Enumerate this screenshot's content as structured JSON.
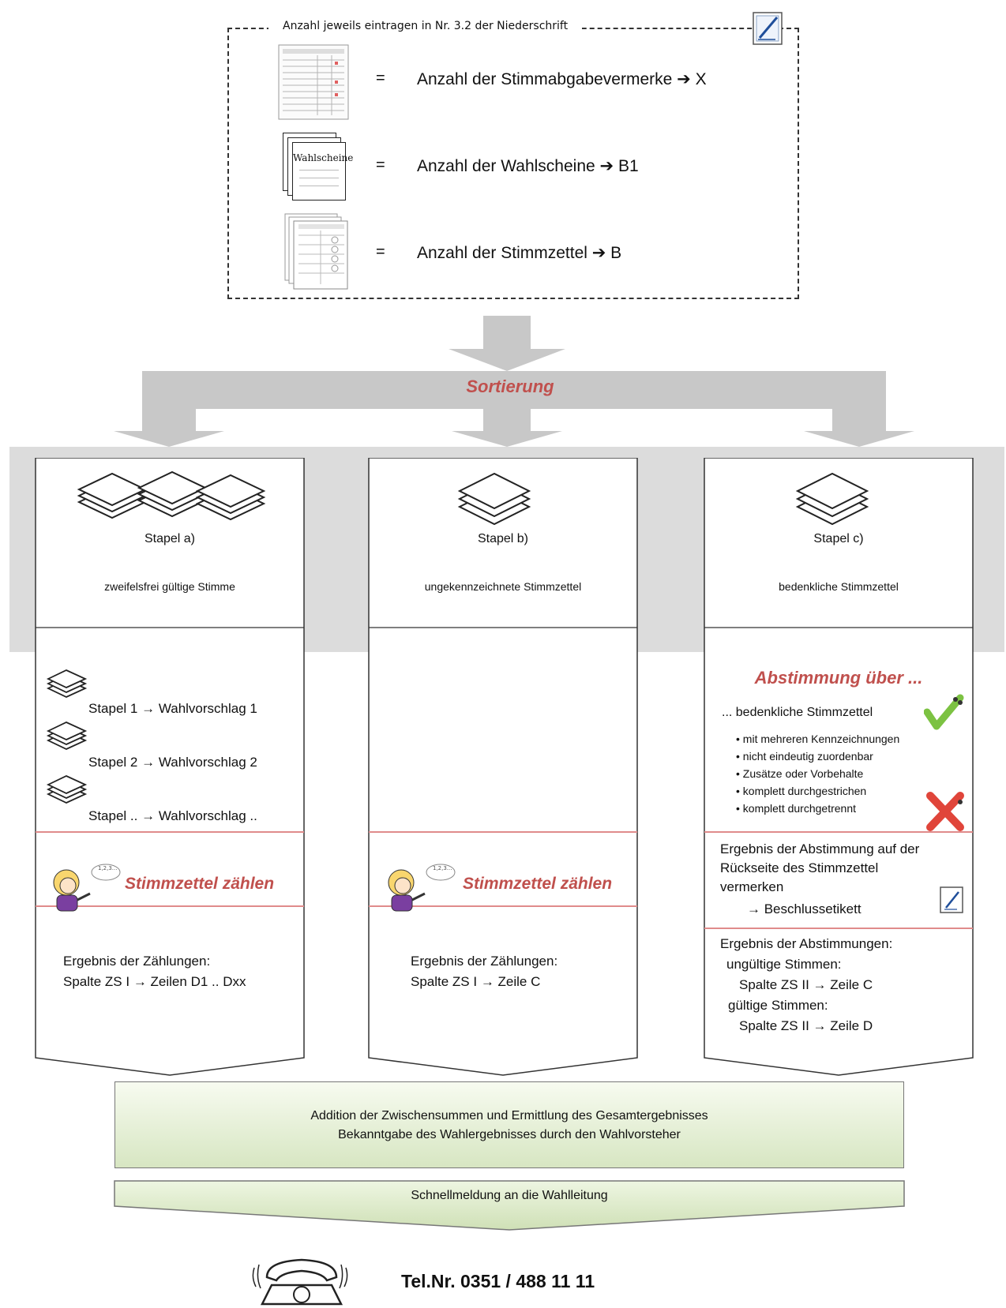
{
  "count_box": {
    "title": "Anzahl jeweils eintragen in Nr. 3.2 der Niederschrift",
    "rows": [
      {
        "eq": "=",
        "text": "Anzahl der Stimmabgabevermerke ➔ X"
      },
      {
        "eq": "=",
        "text": "Anzahl der Wahlscheine ➔ B1"
      },
      {
        "eq": "=",
        "text": "Anzahl der Stimmzettel ➔ B"
      }
    ],
    "card_label": "Wahlscheine"
  },
  "sort_label": "Sortierung",
  "columns": [
    {
      "stack": "Stapel a)",
      "desc": "zweifelsfrei gültige Stimme"
    },
    {
      "stack": "Stapel b)",
      "desc": "ungekennzeichnete Stimmzettel"
    },
    {
      "stack": "Stapel c)",
      "desc": "bedenkliche Stimmzettel"
    }
  ],
  "col_a": {
    "piles": [
      "Stapel 1 → Wahlvorschlag 1",
      "Stapel 2 → Wahlvorschlag 2",
      "Stapel .. → Wahlvorschlag .."
    ],
    "count_label": "Stimmzettel zählen",
    "bubble": "1,2,3...",
    "result_title": "Ergebnis der Zählungen:",
    "result_line": "Spalte ZS I → Zeilen D1 .. Dxx"
  },
  "col_b": {
    "count_label": "Stimmzettel zählen",
    "bubble": "1,2,3...",
    "result_title": "Ergebnis der Zählungen:",
    "result_line": "Spalte ZS I → Zeile C"
  },
  "col_c": {
    "vote_title": "Abstimmung über ...",
    "vote_sub": "... bedenkliche Stimmzettel",
    "bullets": [
      "mit mehreren Kennzeichnungen",
      "nicht eindeutig zuordenbar",
      "Zusätze oder Vorbehalte",
      "komplett durchgestrichen",
      "komplett durchgetrennt"
    ],
    "note_lines": [
      "Ergebnis der Abstimmung auf der",
      "Rückseite des Stimmzettel",
      "vermerken",
      "→ Beschlussetikett"
    ],
    "result_title": "Ergebnis der Abstimmungen:",
    "invalid_label": "ungültige Stimmen:",
    "invalid_line": "Spalte ZS II → Zeile C",
    "valid_label": "gültige Stimmen:",
    "valid_line": "Spalte ZS II → Zeile D"
  },
  "total_box": {
    "line1": "Addition der Zwischensummen und Ermittlung des Gesamtergebnisses",
    "line2": "Bekanntgabe des Wahlergebnisses durch den Wahlvorsteher"
  },
  "quick_report": "Schnellmeldung an die Wahlleitung",
  "phone": "Tel.Nr. 0351 / 488 11 11",
  "colors": {
    "accent_red": "#c0504d",
    "arrow_gray": "#c8c8c8",
    "band_gray": "#dcdcdc",
    "green_light": "#f7fbf0",
    "green_dark": "#d7e6c2"
  }
}
